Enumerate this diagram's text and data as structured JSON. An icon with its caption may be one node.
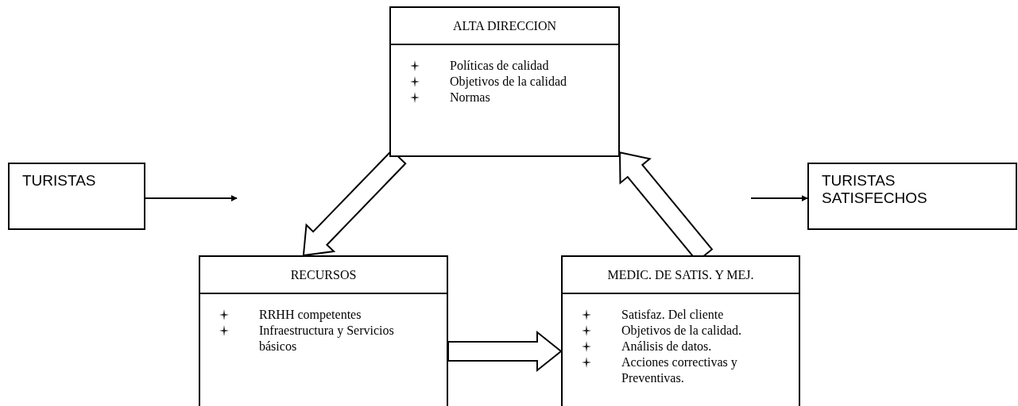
{
  "diagram": {
    "nodes": [
      {
        "text": [
          "TURISTAS"
        ]
      },
      {
        "text": [
          "ALTA DIRECCION",
          "Políticas de calidad",
          "Objetivos de la calidad",
          "Normas"
        ]
      },
      {
        "text": [
          "RECURSOS",
          "RRHH competentes",
          "Infraestructura y Servicios básicos"
        ]
      },
      {
        "text": [
          "MEDIC. DE SATIS. Y MEJ.",
          "Satisfaz. Del cliente",
          "Objetivos de la calidad.",
          "Análisis de datos.",
          "Acciones correctivas y Preventivas."
        ]
      },
      {
        "text": [
          "TURISTAS SATISFECHOS"
        ]
      }
    ],
    "edges": [
      {
        "from": 0,
        "to": null,
        "arrow": "to"
      },
      {
        "from": 1,
        "to": 2,
        "arrow": "to",
        "style": "thick"
      },
      {
        "from": 2,
        "to": 3,
        "arrow": "to",
        "style": "thick"
      },
      {
        "from": 3,
        "to": 1,
        "arrow": "to",
        "style": "thick"
      },
      {
        "from": null,
        "to": 4,
        "arrow": "to"
      }
    ]
  }
}
